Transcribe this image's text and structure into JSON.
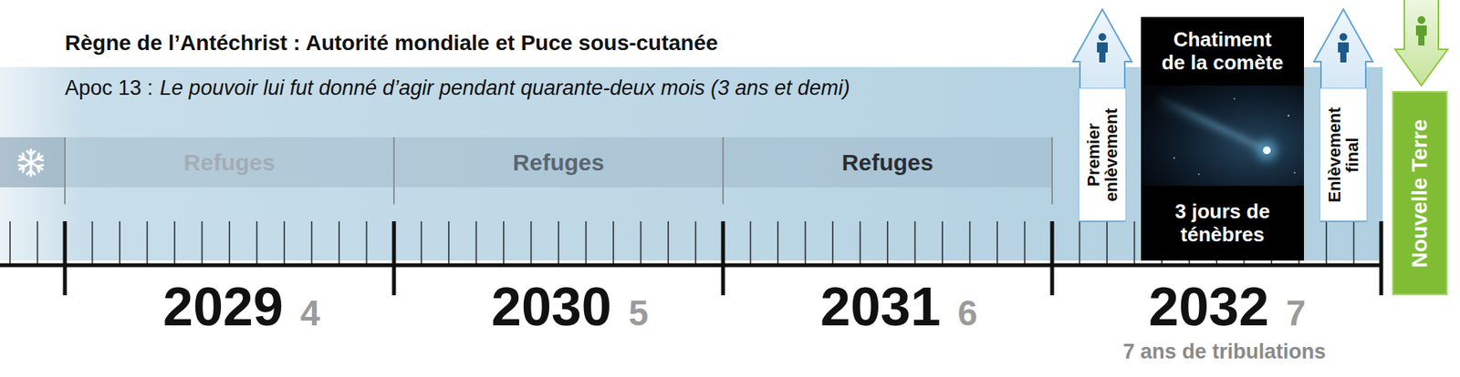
{
  "diagram": {
    "title": "Règne de l’Antéchrist : Autorité mondiale et Puce sous-cutanée",
    "nodes": [
      {
        "text": [
          "Refuges"
        ]
      },
      {
        "text": [
          "Refuges"
        ]
      },
      {
        "text": [
          "Refuges"
        ]
      },
      {
        "text": [
          "Premier enlèvement"
        ]
      },
      {
        "text": [
          "Chatiment de la comète"
        ]
      },
      {
        "text": [
          "3 jours de ténèbres"
        ]
      },
      {
        "text": [
          "Enlèvement final"
        ]
      },
      {
        "text": [
          "Nouvelle Terre"
        ]
      }
    ],
    "labels": [
      "Apoc 13 :",
      "Le pouvoir lui fut donné d’agir pendant quarante-deux mois (3 ans et demi)",
      "2029",
      "4",
      "2030",
      "5",
      "2031",
      "6",
      "2032",
      "7",
      "7 ans de tribulations"
    ]
  }
}
